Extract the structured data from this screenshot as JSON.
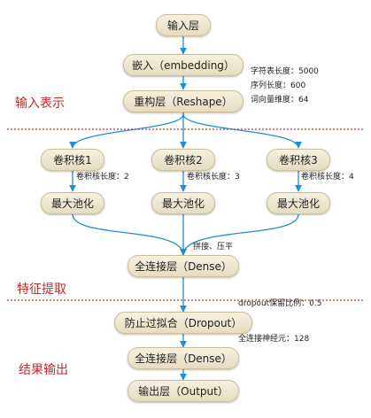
{
  "nodes": {
    "input_layer": "输入层",
    "embedding": "嵌入（embedding）",
    "reshape": "重构层（Reshape）",
    "conv1": "卷积核1",
    "conv2": "卷积核2",
    "conv3": "卷积核3",
    "pool1": "最大池化",
    "pool2": "最大池化",
    "pool3": "最大池化",
    "dense1": "全连接层（Dense）",
    "dropout": "防止过拟合（Dropout）",
    "dense2": "全连接层（Dense）",
    "output": "输出层（Output）"
  },
  "notes": {
    "vocab": "字符表长度：5000",
    "seq_len": "序列长度：600",
    "embed_dim": "词向量维度：64",
    "kernel1": "卷积核长度：2",
    "kernel2": "卷积核长度：3",
    "kernel3": "卷积核长度：4",
    "concat": "拼接、压平",
    "dropout_ratio": "dropout保留比例：0.5",
    "neurons": "全连接神经元：128"
  },
  "sections": {
    "input": "输入表示",
    "feature": "特征提取",
    "output": "结果输出"
  },
  "colors": {
    "arrow": "#1a8fd6",
    "divider": "#c0392b",
    "section_text": "#c8282c",
    "node_fill": "#efe8cf"
  }
}
